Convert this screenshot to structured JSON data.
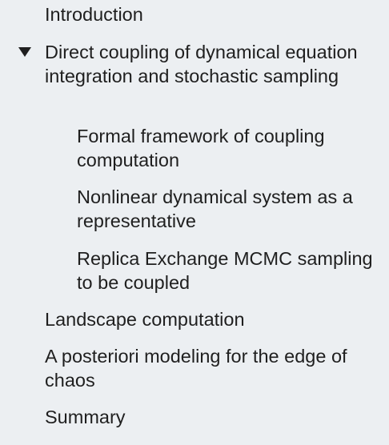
{
  "toc": {
    "items": [
      {
        "label": "Introduction"
      },
      {
        "label": "Direct coupling of dynamical equation integration and stochastic sampling",
        "expanded": true
      },
      {
        "label": "Formal framework of coupling computation"
      },
      {
        "label": "Nonlinear dynamical system as a representative"
      },
      {
        "label": "Replica Exchange MCMC sampling to be coupled"
      },
      {
        "label": "Landscape computation"
      },
      {
        "label": "A posteriori modeling for the edge of chaos"
      },
      {
        "label": "Summary"
      }
    ],
    "toggle_icon": "triangle-down-icon"
  },
  "colors": {
    "background": "#eceff2",
    "text": "#1f1f1f"
  }
}
